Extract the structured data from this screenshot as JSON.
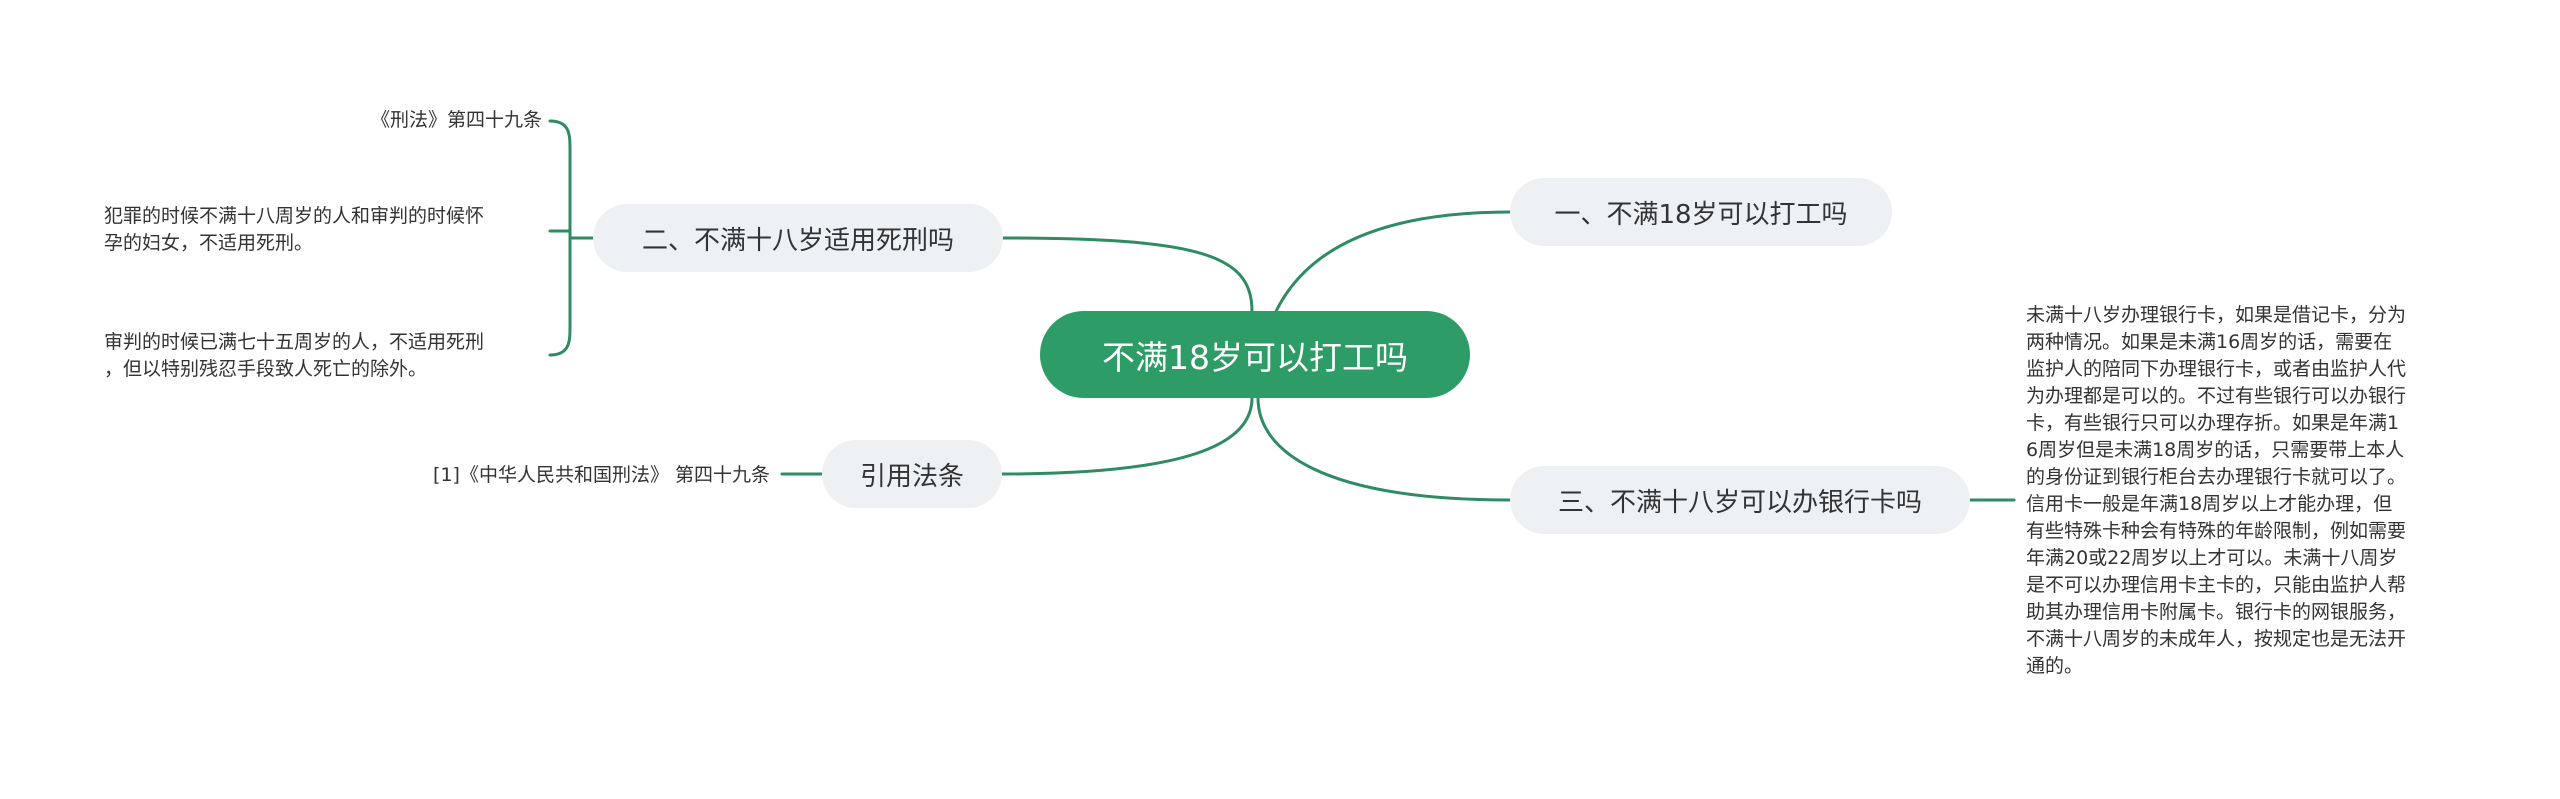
{
  "root": {
    "label": "不满18岁可以打工吗"
  },
  "topics": {
    "t1": "一、不满18岁可以打工吗",
    "t2": "二、不满十八岁适用死刑吗",
    "t3": "三、不满十八岁可以办银行卡吗",
    "t4": "引用法条"
  },
  "leaves": {
    "t2_items": [
      "《刑法》第四十九条",
      [
        "犯罪的时候不满十八周岁的人和审判的时候怀",
        "孕的妇女，不适用死刑。"
      ],
      [
        "审判的时候已满七十五周岁的人，不适用死刑",
        "，但以特别残忍手段致人死亡的除外。"
      ]
    ],
    "t4_item": "[1]《中华人民共和国刑法》 第四十九条",
    "t3_lines": [
      "未满十八岁办理银行卡，如果是借记卡，分为",
      "两种情况。如果是未满16周岁的话，需要在",
      "监护人的陪同下办理银行卡，或者由监护人代",
      "为办理都是可以的。不过有些银行可以办银行",
      "卡，有些银行只可以办理存折。如果是年满1",
      "6周岁但是未满18周岁的话，只需要带上本人",
      "的身份证到银行柜台去办理银行卡就可以了。",
      "信用卡一般是年满18周岁以上才能办理，但",
      "有些特殊卡种会有特殊的年龄限制，例如需要",
      "年满20或22周岁以上才可以。未满十八周岁",
      "是不可以办理信用卡主卡的，只能由监护人帮",
      "助其办理信用卡附属卡。银行卡的网银服务，",
      "不满十八周岁的未成年人，按规定也是无法开",
      "通的。"
    ]
  },
  "colors": {
    "branch": "#2e8b62",
    "root_fill": "#2e9c66",
    "topic_fill": "#eef1f4"
  }
}
